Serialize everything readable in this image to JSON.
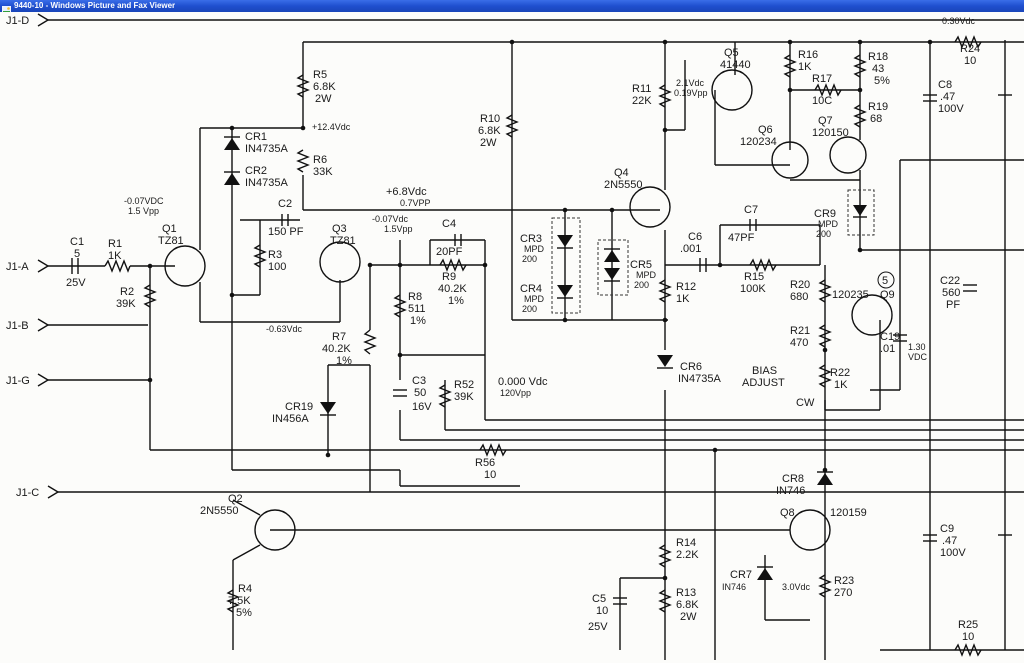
{
  "window": {
    "title": "9440-10 - Windows Picture and Fax Viewer"
  },
  "connectors": {
    "j1d": "J1-D",
    "j1a": "J1-A",
    "j1b": "J1-B",
    "j1g": "J1-G",
    "j1c": "J1-C"
  },
  "components": {
    "c1": [
      "C1",
      "5",
      "25V"
    ],
    "r1": [
      "R1",
      "1K"
    ],
    "r2": [
      "R2",
      "39K"
    ],
    "q1": [
      "Q1",
      "TZ81"
    ],
    "cr1": [
      "CR1",
      "IN4735A"
    ],
    "cr2": [
      "CR2",
      "IN4735A"
    ],
    "r5": [
      "R5",
      "6.8K",
      "2W"
    ],
    "r6": [
      "R6",
      "33K"
    ],
    "c2": [
      "C2",
      "150 PF"
    ],
    "r3": [
      "R3",
      "100"
    ],
    "q3": [
      "Q3",
      "TZ81"
    ],
    "c4": [
      "C4",
      "20PF"
    ],
    "r9": [
      "R9",
      "40.2K",
      "1%"
    ],
    "r8": [
      "R8",
      "511",
      "1%"
    ],
    "r7": [
      "R7",
      "40.2K",
      "1%"
    ],
    "c3": [
      "C3",
      "50",
      "16V"
    ],
    "r52": [
      "R52",
      "39K"
    ],
    "cr19": [
      "CR19",
      "IN456A"
    ],
    "r56": [
      "R56",
      "10"
    ],
    "q2": [
      "Q2",
      "2N5550"
    ],
    "r4": [
      "R4",
      "7.5K",
      "5%"
    ],
    "r10": [
      "R10",
      "6.8K",
      "2W"
    ],
    "cr3": [
      "CR3",
      "MPD",
      "200"
    ],
    "cr4": [
      "CR4",
      "MPD",
      "200"
    ],
    "cr5": [
      "CR5",
      "MPD",
      "200"
    ],
    "q4": [
      "Q4",
      "2N5550"
    ],
    "r11": [
      "R11",
      "22K"
    ],
    "q5": [
      "Q5",
      "41440"
    ],
    "r16": [
      "R16",
      "1K"
    ],
    "r17": [
      "R17",
      "10C"
    ],
    "r18": [
      "R18",
      "43",
      "5%"
    ],
    "r19": [
      "R19",
      "68"
    ],
    "q6": [
      "Q6",
      "120234"
    ],
    "q7": [
      "Q7",
      "120150"
    ],
    "cr9": [
      "CR9",
      "MPD",
      "200"
    ],
    "c6": [
      "C6",
      ".001"
    ],
    "c7": [
      "C7",
      "47PF"
    ],
    "r15": [
      "R15",
      "100K"
    ],
    "r12": [
      "R12",
      "1K"
    ],
    "cr6": [
      "CR6",
      "IN4735A"
    ],
    "r20": [
      "R20",
      "680"
    ],
    "q9": [
      "120235",
      "Q9"
    ],
    "r21": [
      "R21",
      "470"
    ],
    "r22": [
      "R22",
      "1K"
    ],
    "c19": [
      "C19",
      ".01"
    ],
    "bias": [
      "BIAS",
      "ADJUST",
      "CW"
    ],
    "c22": [
      "C22",
      "560",
      "PF"
    ],
    "c8": [
      "C8",
      ".47",
      "100V"
    ],
    "r24": [
      "R24",
      "10"
    ],
    "cr8": [
      "CR8",
      "IN746"
    ],
    "q8": [
      "Q8",
      "120159"
    ],
    "r14": [
      "R14",
      "2.2K"
    ],
    "r13": [
      "R13",
      "6.8K",
      "2W"
    ],
    "c5": [
      "C5",
      "10",
      "25V"
    ],
    "cr7": [
      "CR7",
      "IN746"
    ],
    "r23": [
      "R23",
      "270"
    ],
    "c9": [
      "C9",
      ".47",
      "100V"
    ],
    "r25": [
      "R25",
      "10"
    ]
  },
  "annotations": {
    "v_q1b": [
      "-0.07VDC",
      "1.5 Vpp"
    ],
    "v_12": "+12.4Vdc",
    "v_68": [
      "+6.8Vdc",
      "0.7VPP"
    ],
    "v_q3": [
      "-0.07Vdc",
      "1.5Vpp"
    ],
    "v_063": "-0.63Vdc",
    "v_000": [
      "0.000 Vdc",
      "120Vpp"
    ],
    "v_21": [
      "2.1Vdc",
      "0.19Vpp"
    ],
    "v_030": "0.30Vdc",
    "v_130": [
      "1.30",
      "VDC"
    ],
    "v_30": "3.0Vdc"
  }
}
